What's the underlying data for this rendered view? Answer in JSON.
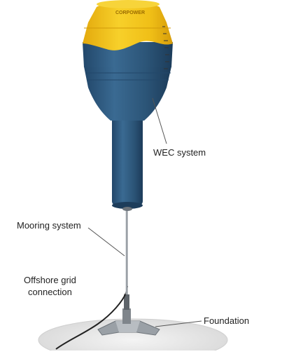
{
  "diagram": {
    "labels": {
      "wec_system": "WEC system",
      "mooring_system": "Mooring system",
      "offshore_grid_line1": "Offshore grid",
      "offshore_grid_line2": "connection",
      "foundation": "Foundation"
    },
    "logo_text": "CORPOWER",
    "colors": {
      "buoy_yellow": "#f2c417",
      "buoy_blue": "#2f5a80",
      "label_text": "#222222",
      "leader_line": "#555555",
      "seabed": "#e6e6e6",
      "cable": "#222222"
    },
    "icons": [
      "buoy-illustration",
      "foundation-base",
      "power-cable"
    ]
  }
}
